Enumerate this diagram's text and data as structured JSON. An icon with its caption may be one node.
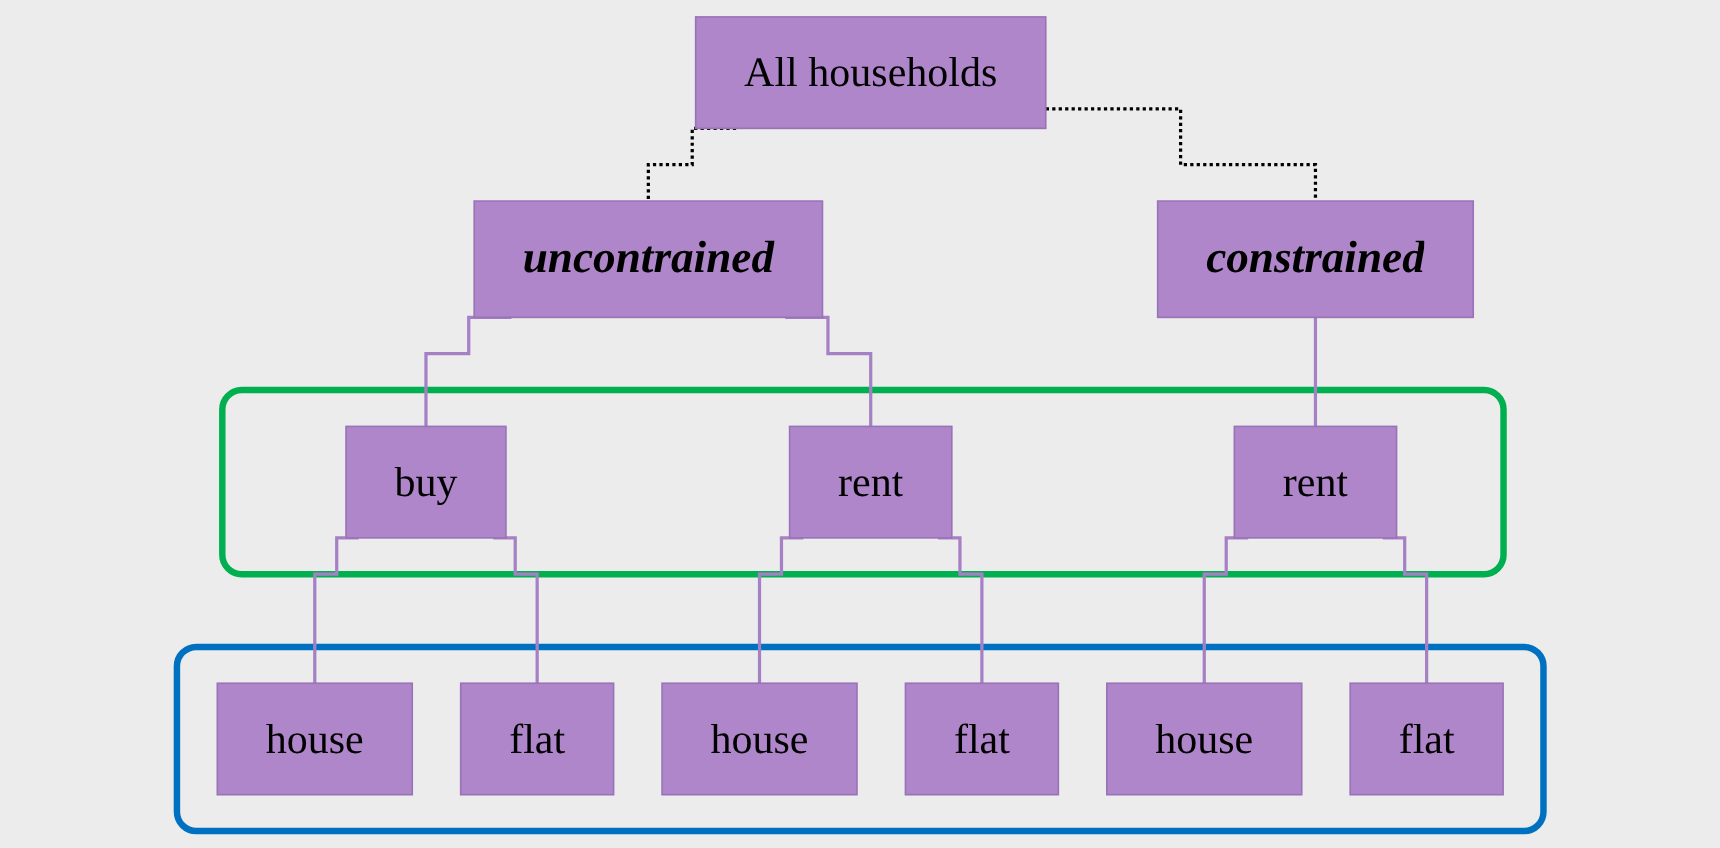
{
  "diagram": {
    "nodes": [
      {
        "text": [
          "All households"
        ]
      },
      {
        "text": [
          "uncontrained"
        ]
      },
      {
        "text": [
          "constrained"
        ]
      },
      {
        "text": [],
        "shape": "box"
      },
      {
        "text": [
          "buy"
        ],
        "in": 3
      },
      {
        "text": [
          "rent"
        ],
        "in": 3
      },
      {
        "text": [
          "rent"
        ],
        "in": 3
      },
      {
        "text": [],
        "shape": "box"
      },
      {
        "text": [
          "house"
        ],
        "in": 7
      },
      {
        "text": [
          "flat"
        ],
        "in": 7
      },
      {
        "text": [
          "house"
        ],
        "in": 7
      },
      {
        "text": [
          "flat"
        ],
        "in": 7
      },
      {
        "text": [
          "house"
        ],
        "in": 7
      },
      {
        "text": [
          "flat"
        ],
        "in": 7
      }
    ],
    "edges": [
      {
        "from": 0,
        "to": 1,
        "arrow": "none",
        "style": "dashed",
        "color": "#000000"
      },
      {
        "from": 0,
        "to": 2,
        "arrow": "none",
        "style": "dashed",
        "color": "#000000"
      },
      {
        "from": 1,
        "to": 4,
        "arrow": "none"
      },
      {
        "from": 1,
        "to": 5,
        "arrow": "none"
      },
      {
        "from": 2,
        "to": 6,
        "arrow": "none"
      },
      {
        "from": 4,
        "to": 8,
        "arrow": "none"
      },
      {
        "from": 4,
        "to": 9,
        "arrow": "none"
      },
      {
        "from": 5,
        "to": 10,
        "arrow": "none"
      },
      {
        "from": 5,
        "to": 11,
        "arrow": "none"
      },
      {
        "from": 6,
        "to": 12,
        "arrow": "none"
      },
      {
        "from": 6,
        "to": 13,
        "arrow": "none"
      }
    ]
  }
}
